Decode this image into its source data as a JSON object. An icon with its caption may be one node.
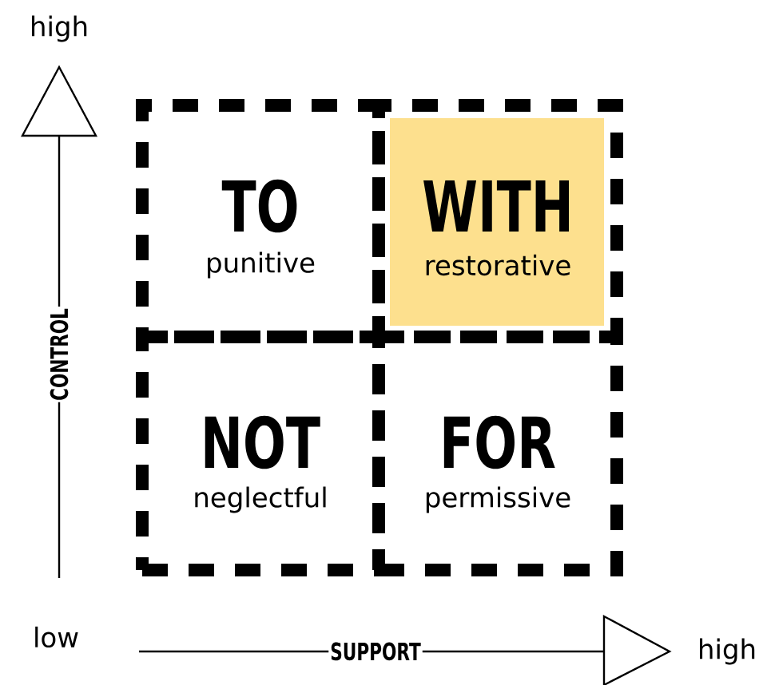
{
  "diagram": {
    "nodes": [
      {
        "text": [
          "TO",
          "punitive"
        ]
      },
      {
        "text": [
          "WITH",
          "restorative"
        ]
      },
      {
        "text": [
          "NOT",
          "neglectful"
        ]
      },
      {
        "text": [
          "FOR",
          "permissive"
        ]
      }
    ],
    "labels": [
      "high",
      "CONTROL",
      "low",
      "SUPPORT",
      "high"
    ]
  }
}
